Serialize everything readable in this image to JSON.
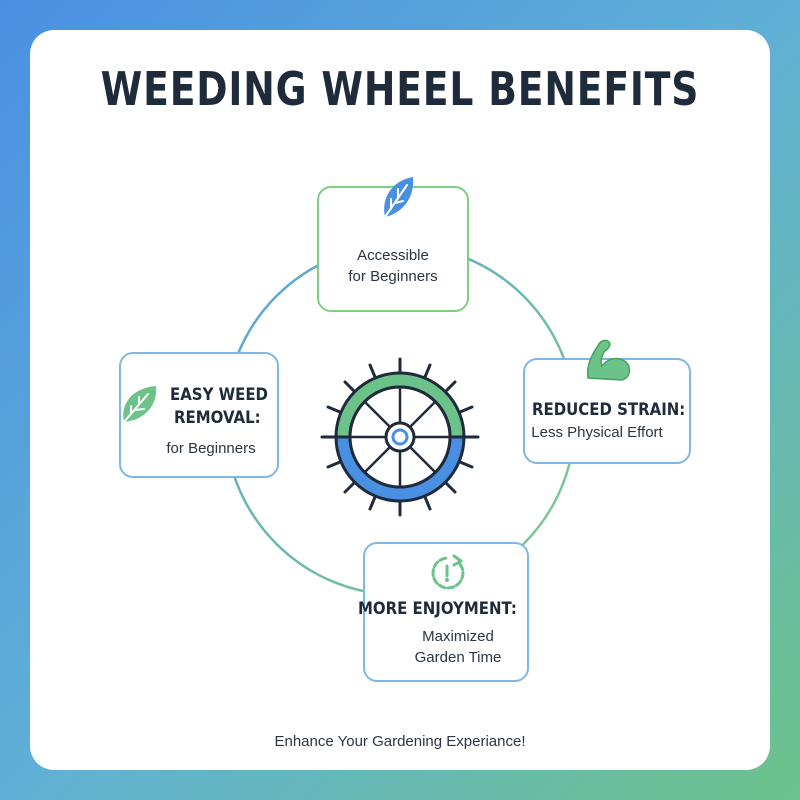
{
  "title": "WEEDING WHEEL BENEFITS",
  "benefits": [
    {
      "heading": "",
      "line1": "Accessible",
      "line2": "for Beginners",
      "icon": "leaf-icon"
    },
    {
      "heading": "REDUCED STRAIN:",
      "line1": "Less Physical Effort",
      "icon": "flexed-arm-icon"
    },
    {
      "heading": "MORE ENJOYMENT:",
      "line1": "Maximized",
      "line2": "Garden Time",
      "icon": "clock-icon"
    },
    {
      "heading_line1": "EASY WEED",
      "heading_line2": "REMOVAL:",
      "line1": "for Beginners",
      "icon": "leaf-icon"
    }
  ],
  "center_icon": "weeding-wheel-icon",
  "footer": "Enhance Your Gardening Experiance!",
  "colors": {
    "blue": "#4a90e2",
    "green": "#6cc38a",
    "dark": "#1f2a3a"
  }
}
